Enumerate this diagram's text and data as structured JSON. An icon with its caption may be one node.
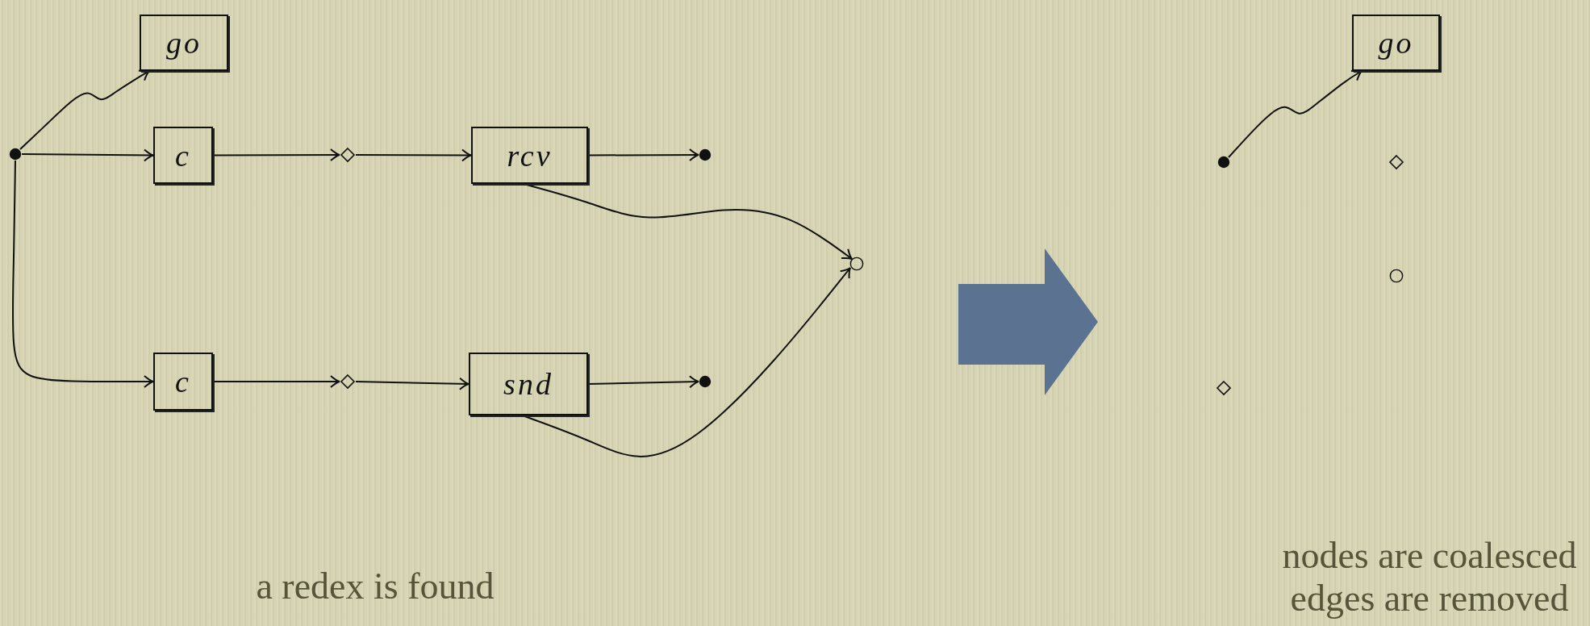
{
  "diagram": {
    "nodes": [
      {
        "text": [
          "go"
        ]
      },
      {
        "text": [],
        "shape": "dot"
      },
      {
        "text": [
          "c"
        ]
      },
      {
        "text": [],
        "shape": "diamond"
      },
      {
        "text": [
          "rcv"
        ]
      },
      {
        "text": [],
        "shape": "dot"
      },
      {
        "text": [],
        "shape": "circle"
      },
      {
        "text": [
          "c"
        ]
      },
      {
        "text": [],
        "shape": "diamond"
      },
      {
        "text": [
          "snd"
        ]
      },
      {
        "text": [],
        "shape": "dot"
      },
      {
        "text": [
          "go"
        ]
      },
      {
        "text": [],
        "shape": "dot"
      },
      {
        "text": [],
        "shape": "diamond"
      },
      {
        "text": [],
        "shape": "circle"
      },
      {
        "text": [],
        "shape": "diamond"
      }
    ],
    "edges": [
      {
        "from": 1,
        "to": 0,
        "arrow": "to"
      },
      {
        "from": 1,
        "to": 2,
        "arrow": "to"
      },
      {
        "from": 2,
        "to": 3,
        "arrow": "to"
      },
      {
        "from": 3,
        "to": 4,
        "arrow": "to"
      },
      {
        "from": 4,
        "to": 5,
        "arrow": "to"
      },
      {
        "from": 4,
        "to": 6,
        "arrow": "to"
      },
      {
        "from": 1,
        "to": 7,
        "arrow": "to"
      },
      {
        "from": 7,
        "to": 8,
        "arrow": "to"
      },
      {
        "from": 8,
        "to": 9,
        "arrow": "to"
      },
      {
        "from": 9,
        "to": 10,
        "arrow": "to"
      },
      {
        "from": 9,
        "to": 6,
        "arrow": "to"
      },
      {
        "from": 12,
        "to": 11,
        "arrow": "to"
      }
    ],
    "labels": [
      "a redex is found",
      "nodes are coalesced",
      "edges are removed"
    ]
  }
}
